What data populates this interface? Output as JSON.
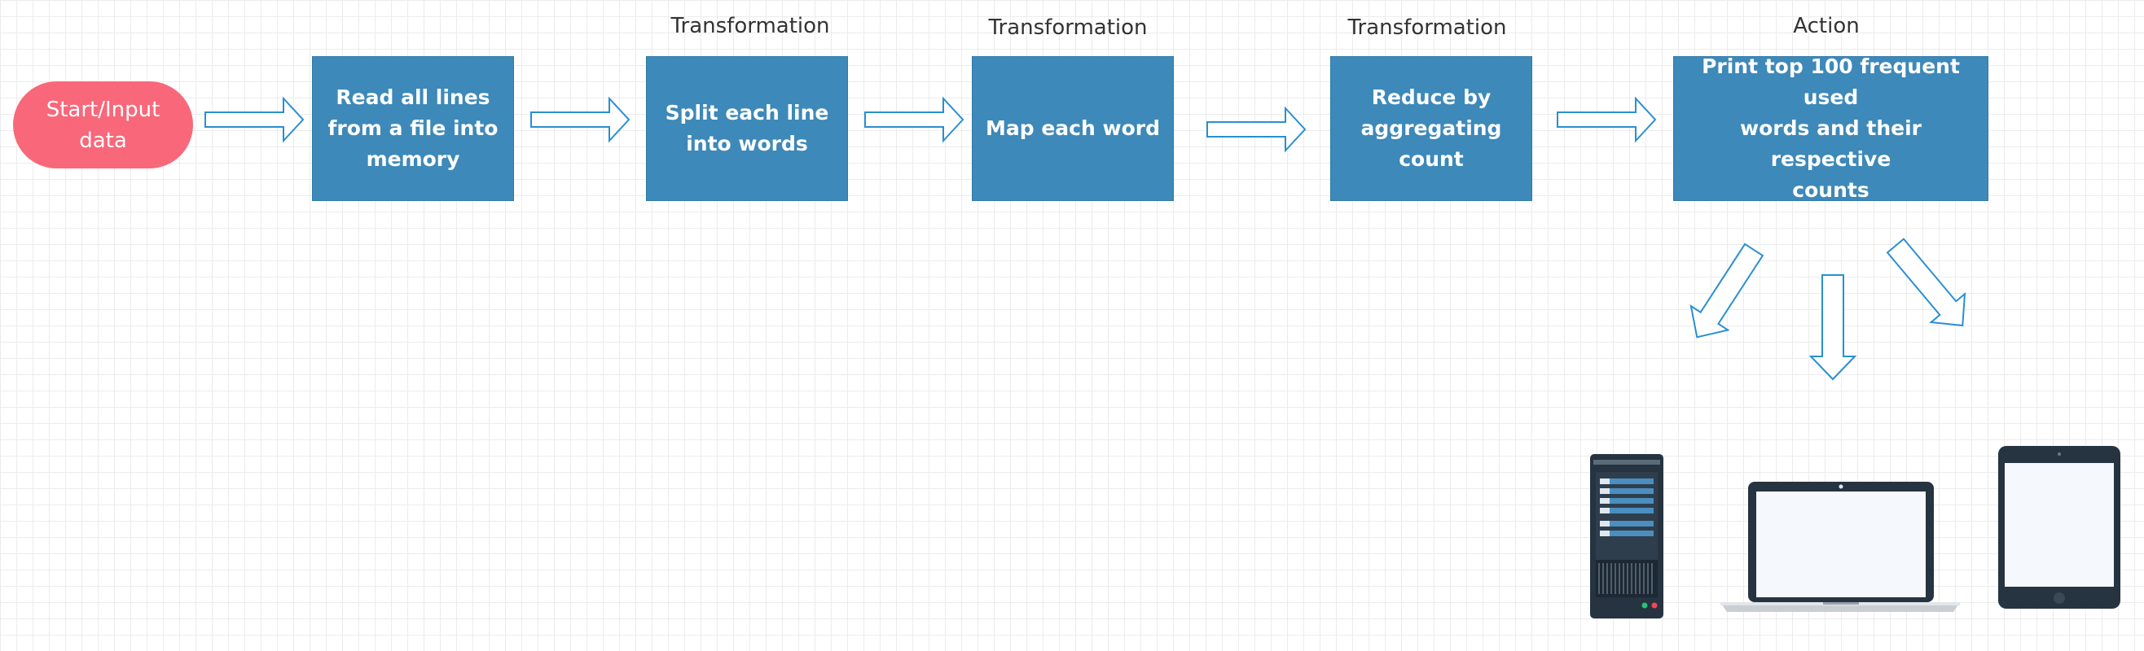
{
  "start": {
    "text": "Start/Input\ndata"
  },
  "steps": [
    {
      "text": "Read all lines\nfrom a file into\nmemory",
      "stage_label": ""
    },
    {
      "text": "Split each line\ninto words",
      "stage_label": "Transformation"
    },
    {
      "text": "Map each word",
      "stage_label": "Transformation"
    },
    {
      "text": "Reduce by\naggregating\ncount",
      "stage_label": "Transformation"
    },
    {
      "text": "Print top 100 frequent used\nwords and their respective\ncounts",
      "stage_label": "Action"
    }
  ],
  "outputs": [
    {
      "icon": "server-tower-icon"
    },
    {
      "icon": "laptop-icon"
    },
    {
      "icon": "tablet-icon"
    }
  ],
  "colors": {
    "process_box": "#3d89b9",
    "start_terminal": "#f8687a",
    "arrow_stroke": "#2a8fd0",
    "device_dark": "#263340"
  }
}
